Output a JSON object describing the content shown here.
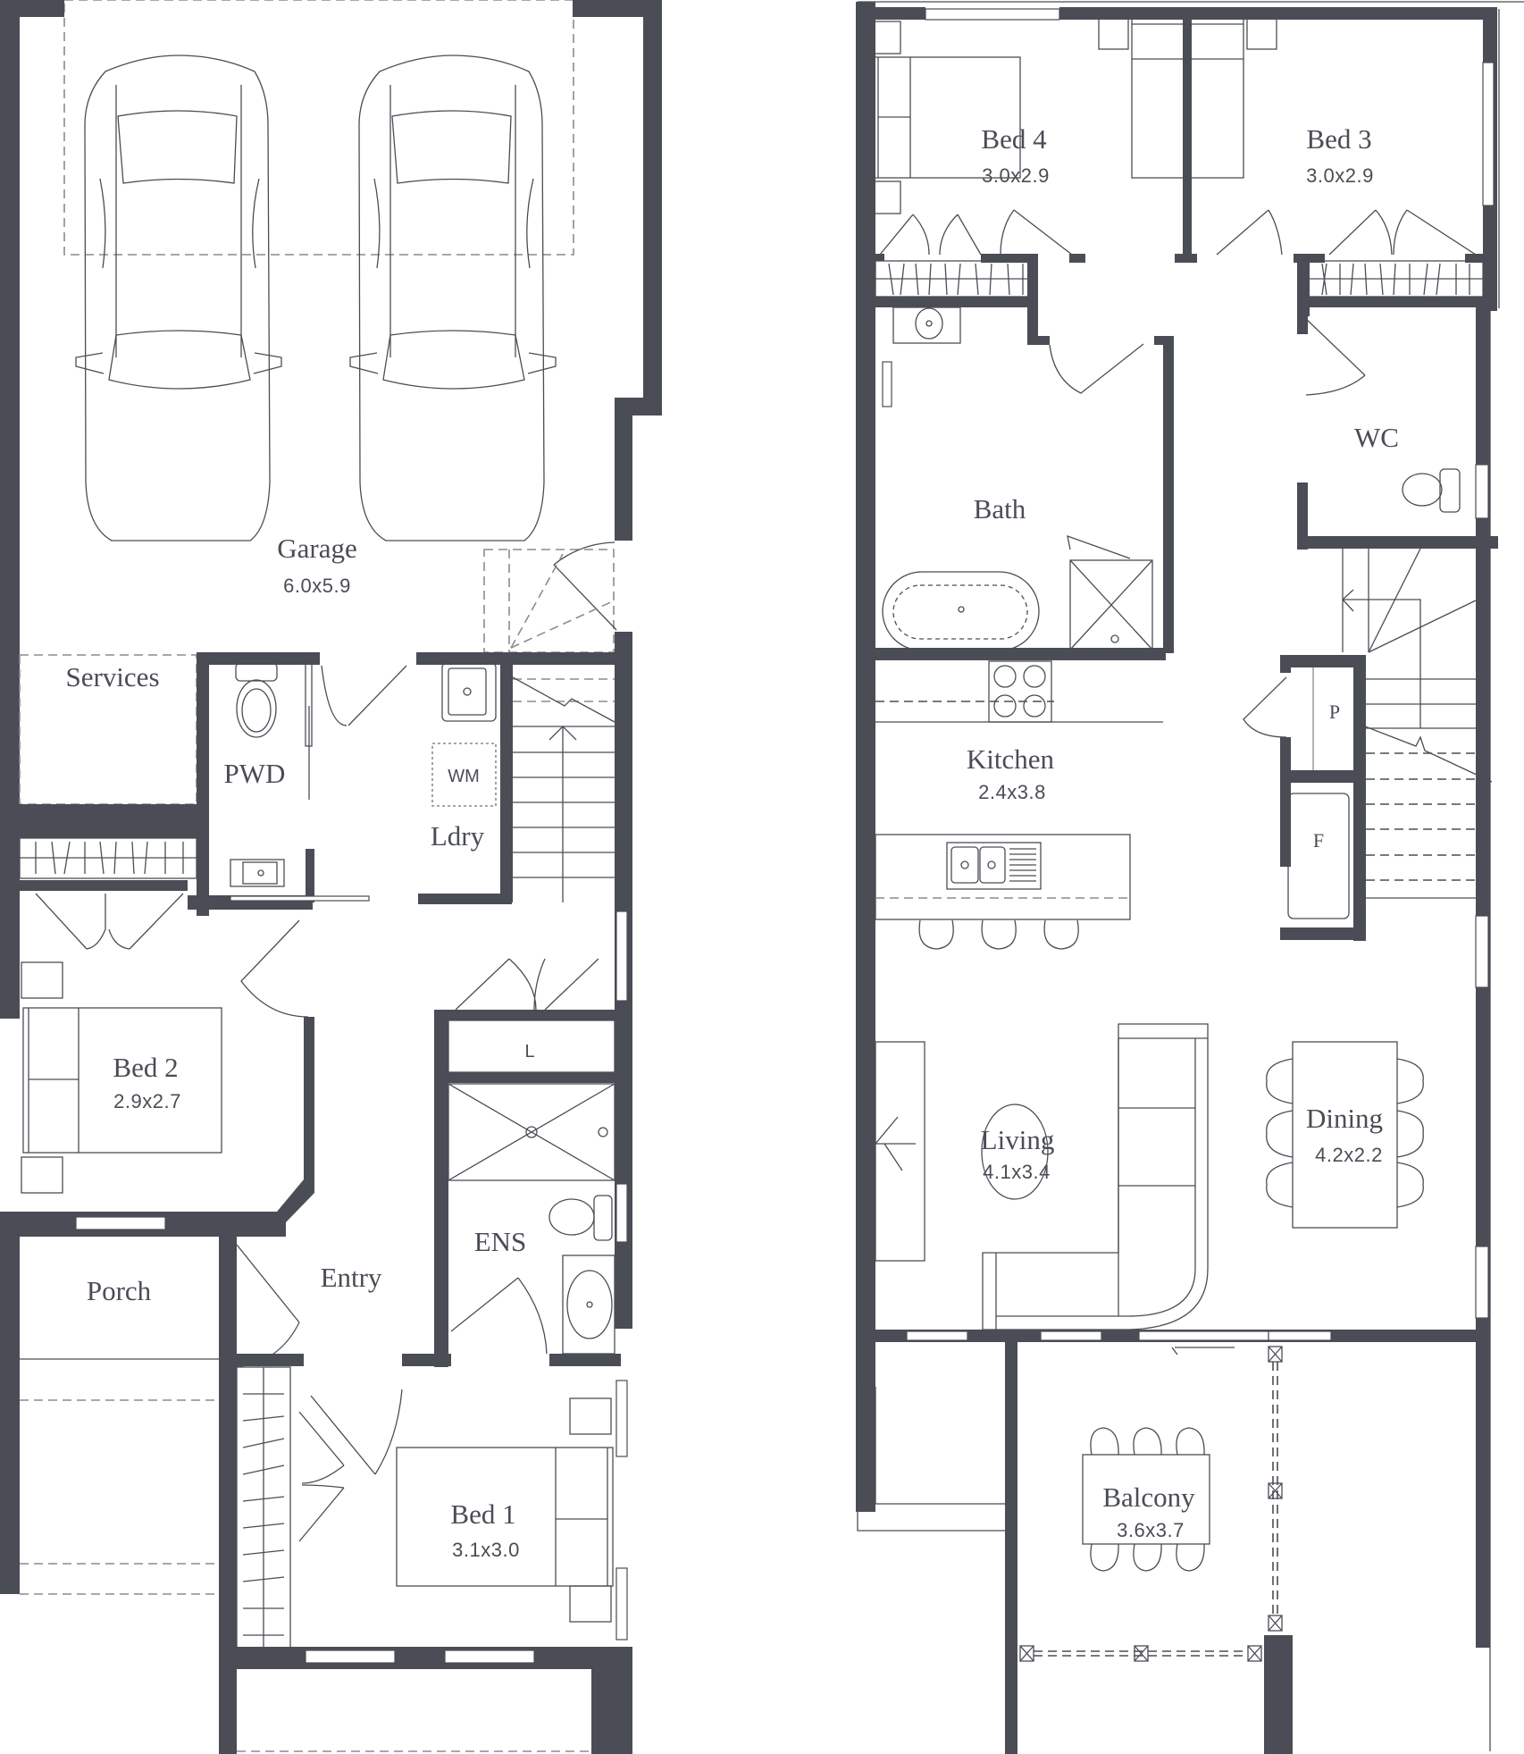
{
  "colors": {
    "wall": "#4a4d55",
    "line": "#4a4d55",
    "dashed": "#8a8c92",
    "background": "#ffffff"
  },
  "ground_floor": {
    "rooms": [
      {
        "id": "garage",
        "name": "Garage",
        "dims": "6.0x5.9"
      },
      {
        "id": "services",
        "name": "Services"
      },
      {
        "id": "pwd",
        "name": "PWD"
      },
      {
        "id": "ldry",
        "name": "Ldry"
      },
      {
        "id": "bed2",
        "name": "Bed 2",
        "dims": "2.9x2.7"
      },
      {
        "id": "porch",
        "name": "Porch"
      },
      {
        "id": "entry",
        "name": "Entry"
      },
      {
        "id": "ens",
        "name": "ENS"
      },
      {
        "id": "bed1",
        "name": "Bed 1",
        "dims": "3.1x3.0"
      }
    ],
    "fixtures": {
      "washing_machine": "WM",
      "linen": "L"
    }
  },
  "upper_floor": {
    "rooms": [
      {
        "id": "bed4",
        "name": "Bed 4",
        "dims": "3.0x2.9"
      },
      {
        "id": "bed3",
        "name": "Bed 3",
        "dims": "3.0x2.9"
      },
      {
        "id": "wc",
        "name": "WC"
      },
      {
        "id": "bath",
        "name": "Bath"
      },
      {
        "id": "kitchen",
        "name": "Kitchen",
        "dims": "2.4x3.8"
      },
      {
        "id": "living",
        "name": "Living",
        "dims": "4.1x3.4"
      },
      {
        "id": "dining",
        "name": "Dining",
        "dims": "4.2x2.2"
      },
      {
        "id": "balcony",
        "name": "Balcony",
        "dims": "3.6x3.7"
      }
    ],
    "fixtures": {
      "pantry": "P",
      "fridge": "F"
    }
  }
}
